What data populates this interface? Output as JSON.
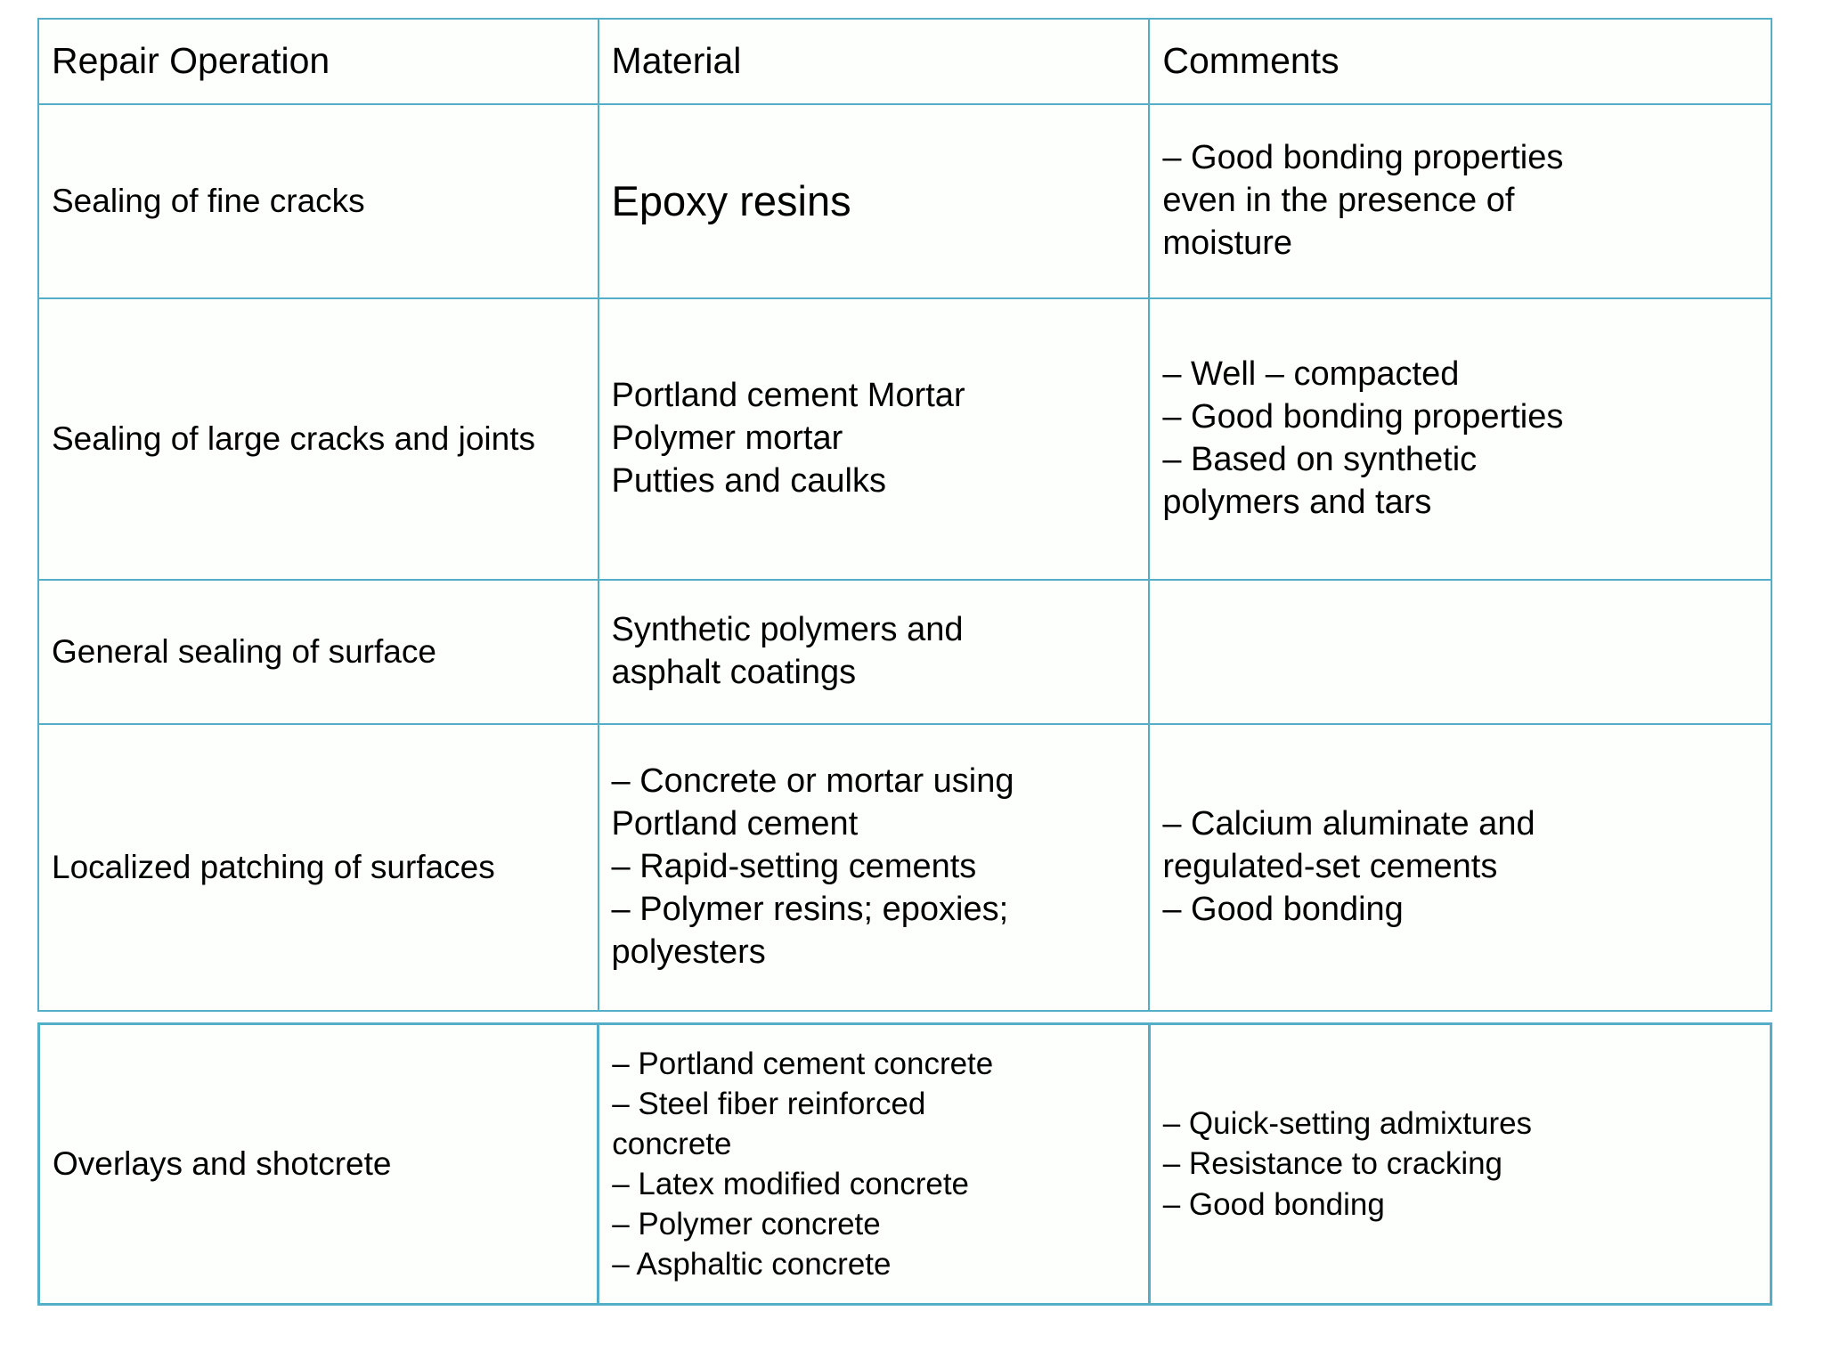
{
  "table": {
    "headers": [
      "Repair Operation",
      "Material",
      "Comments"
    ],
    "rows": [
      {
        "operation": "Sealing of fine cracks",
        "material_lines": [
          "Epoxy resins"
        ],
        "comment_lines": [
          "– Good bonding properties",
          "even in the presence of",
          "moisture"
        ]
      },
      {
        "operation": "Sealing of large cracks and joints",
        "material_lines": [
          "Portland cement Mortar",
          "Polymer mortar",
          "Putties and caulks"
        ],
        "comment_lines": [
          "– Well – compacted",
          "– Good bonding properties",
          "– Based on synthetic",
          "polymers and tars"
        ]
      },
      {
        "operation": "General sealing of surface",
        "material_lines": [
          "Synthetic polymers and",
          "asphalt coatings"
        ],
        "comment_lines": []
      },
      {
        "operation": "Localized patching of surfaces",
        "material_lines": [
          "– Concrete or mortar using",
          "Portland cement",
          "– Rapid-setting cements",
          "– Polymer resins; epoxies;",
          "polyesters"
        ],
        "comment_lines": [
          "– Calcium aluminate and",
          "regulated-set cements",
          "– Good bonding"
        ]
      },
      {
        "operation": " Overlays and shotcrete",
        "material_lines": [
          "– Portland cement concrete",
          "– Steel fiber reinforced",
          "concrete",
          "– Latex modified concrete",
          "– Polymer concrete",
          "– Asphaltic concrete"
        ],
        "comment_lines": [
          "– Quick-setting admixtures",
          "– Resistance to cracking",
          "– Good bonding"
        ]
      }
    ],
    "colors": {
      "border": "#55AEC8",
      "cell_background": "#FDFFFD",
      "text": "#000000"
    }
  }
}
